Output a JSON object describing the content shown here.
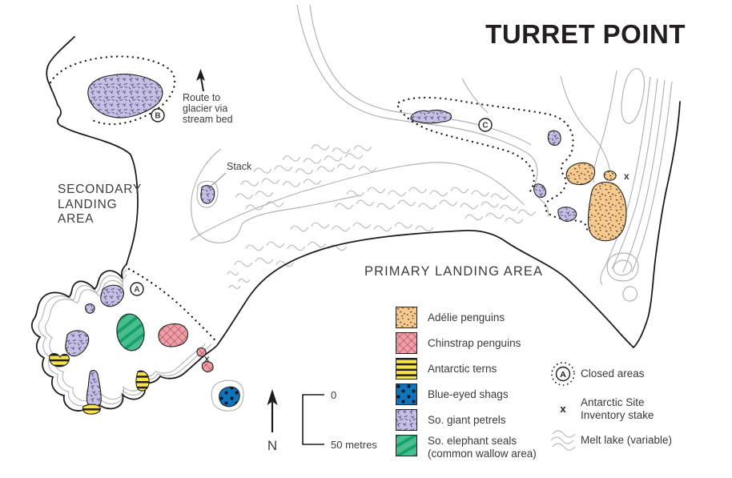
{
  "title": "TURRET POINT",
  "map_labels": {
    "secondary_landing": {
      "lines": [
        "SECONDARY",
        "LANDING",
        "AREA"
      ]
    },
    "primary_landing": "PRIMARY LANDING AREA",
    "route_note": {
      "lines": [
        "Route to",
        "glacier via",
        "stream bed"
      ]
    },
    "stack": "Stack"
  },
  "closed_areas": {
    "a": "A",
    "b": "B",
    "c": "C"
  },
  "stakes": {
    "east": "x",
    "southwest": "x"
  },
  "compass": {
    "north": "N"
  },
  "scale_bar": {
    "start": "0",
    "end": "50 metres"
  },
  "legend": {
    "species": [
      {
        "label": "Adélie penguins",
        "color": "#f6c98f"
      },
      {
        "label": "Chinstrap penguins",
        "color": "#f09da6"
      },
      {
        "label": "Antarctic terns",
        "color": "#f8e24e"
      },
      {
        "label": "Blue-eyed shags",
        "color": "#1074ba"
      },
      {
        "label": "So. giant petrels",
        "color": "#c6bfe4"
      },
      {
        "label": "So. elephant seals",
        "label_line2": "(common wallow area)",
        "color": "#49bd8f"
      }
    ],
    "symbols": [
      {
        "label": "Closed areas",
        "letter": "A"
      },
      {
        "label": "Antarctic Site",
        "label_line2": "Inventory stake",
        "glyph": "x"
      },
      {
        "label": "Melt lake (variable)"
      }
    ]
  },
  "colors": {
    "coastline": "#1d1d1b",
    "contour": "#b2b2b2",
    "melt_wave": "#bdbdbd"
  }
}
